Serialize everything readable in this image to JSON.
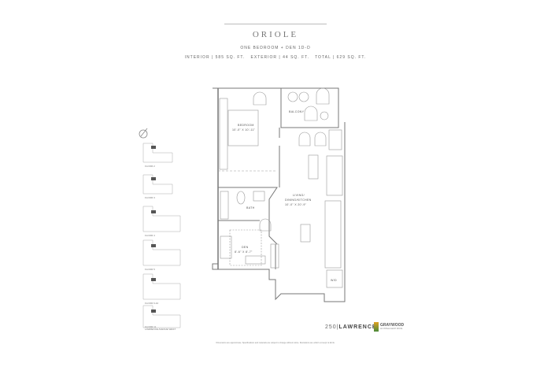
{
  "header": {
    "title": "ORIOLE",
    "unit_type": "ONE BEDROOM + DEN 1D-D",
    "areas": "INTERIOR | 585 SQ. FT.   EXTERIOR | 44 SQ. FT.   TOTAL | 629 SQ. FT."
  },
  "rooms": {
    "bedroom": "BEDROOM",
    "bedroom_dim": "10'-0\" X 10'-11\"",
    "balcony": "BALCONY",
    "bath": "BATH",
    "living1": "LIVING/",
    "living2": "DINING/KITCHEN",
    "living_dim": "10'-0\" X 20'-9\"",
    "den": "DEN",
    "den_dim": "8'-6\" X 8'-7\"",
    "wd": "W/D"
  },
  "key_plates": {
    "labels": [
      "FLOOR 2",
      "FLOOR 3",
      "FLOOR 4",
      "FLOOR 5",
      "FLOOR 6-10",
      "FLOOR 11"
    ],
    "street": "LAWRENCE AVENUE WEST"
  },
  "brand": {
    "number": "250",
    "name": "LAWRENCE",
    "developer": "GRAYWOOD",
    "tagline": "AN INTELLIGENT MOVE"
  },
  "disclaimer": "Dimensions are approximate. Specifications and materials are subject to change without notice. Illustrations are artist's concept. E.&O.E."
}
